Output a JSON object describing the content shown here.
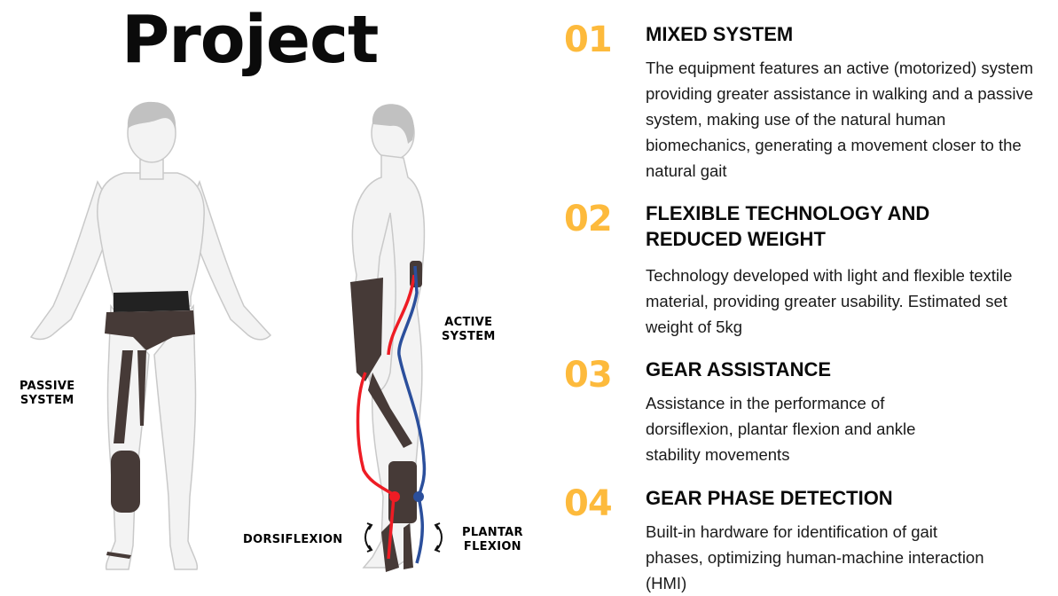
{
  "title": "Project",
  "labels": {
    "passive_system": "PASSIVE\nSYSTEM",
    "active_system": "ACTIVE\nSYSTEM",
    "dorsiflexion": "DORSIFLEXION",
    "plantar_flexion": "PLANTAR\nFLEXION"
  },
  "colors": {
    "accent_number": "#fdba3c",
    "brace": "#463a37",
    "belt": "#222222",
    "red_cable": "#ee1c24",
    "blue_cable": "#2b4f9c"
  },
  "features": [
    {
      "number": "01",
      "heading": "MIXED SYSTEM",
      "body": "The equipment features an active (motorized) system providing greater assistance in walking and a passive system, making use of the natural human biomechanics, generating a movement closer to the natural gait"
    },
    {
      "number": "02",
      "heading": "FLEXIBLE TECHNOLOGY AND REDUCED WEIGHT",
      "body": "Technology developed with light and flexible textile material, providing greater usability. Estimated set weight of 5kg"
    },
    {
      "number": "03",
      "heading": "GEAR ASSISTANCE",
      "body": "Assistance in the performance of dorsiflexion, plantar flexion and ankle stability movements"
    },
    {
      "number": "04",
      "heading": "GEAR PHASE DETECTION",
      "body": "Built-in hardware for identification of gait phases, optimizing human-machine interaction (HMI)"
    }
  ]
}
